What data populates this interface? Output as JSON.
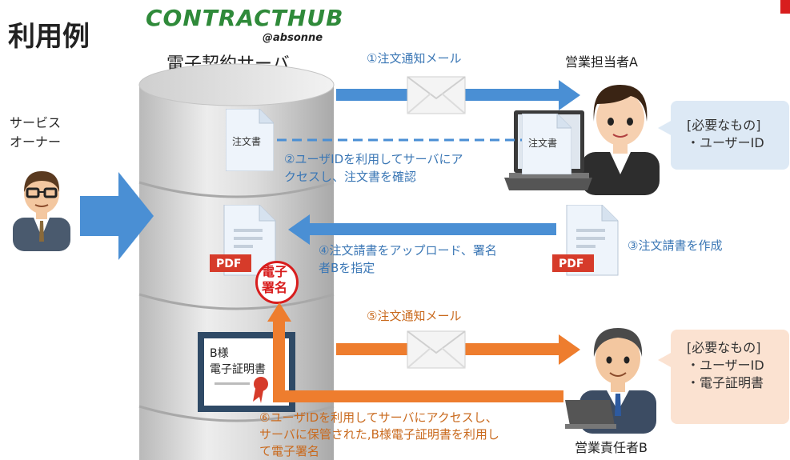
{
  "title": "利用例",
  "logo": {
    "name": "CONTRACTHUB",
    "sub": "@absonne"
  },
  "server_label": "電子契約サーバ",
  "service_owner": "サービス\nオーナー",
  "sales_rep": "営業担当者A",
  "sales_manager": "営業責任者B",
  "callout_a": "[必要なもの]\n・ユーザーID",
  "callout_b": "[必要なもの]\n・ユーザーID\n・電子証明書",
  "step1": "①注文通知メール",
  "step2": "②ユーザIDを利用してサーバにア\nクセスし、注文書を確認",
  "step3": "③注文請書を作成",
  "step4": "④注文請書をアップロード、署名\n者Bを指定",
  "step5": "⑤注文通知メール",
  "step6": "⑥ユーザIDを利用してサーバにアクセスし、\nサーバに保管された,B様電子証明書を利用し\nて電子署名",
  "doc_order_label": "注文書",
  "doc_order_label_laptop": "注文書",
  "pdf_label": "PDF",
  "seal_text": "電子\n署名",
  "cert_text": "B様\n電子証明書",
  "colors": {
    "blue": "#4a8fd4",
    "orange": "#ee7d2e",
    "red": "#d81d1d",
    "green": "#2f8a3a"
  }
}
